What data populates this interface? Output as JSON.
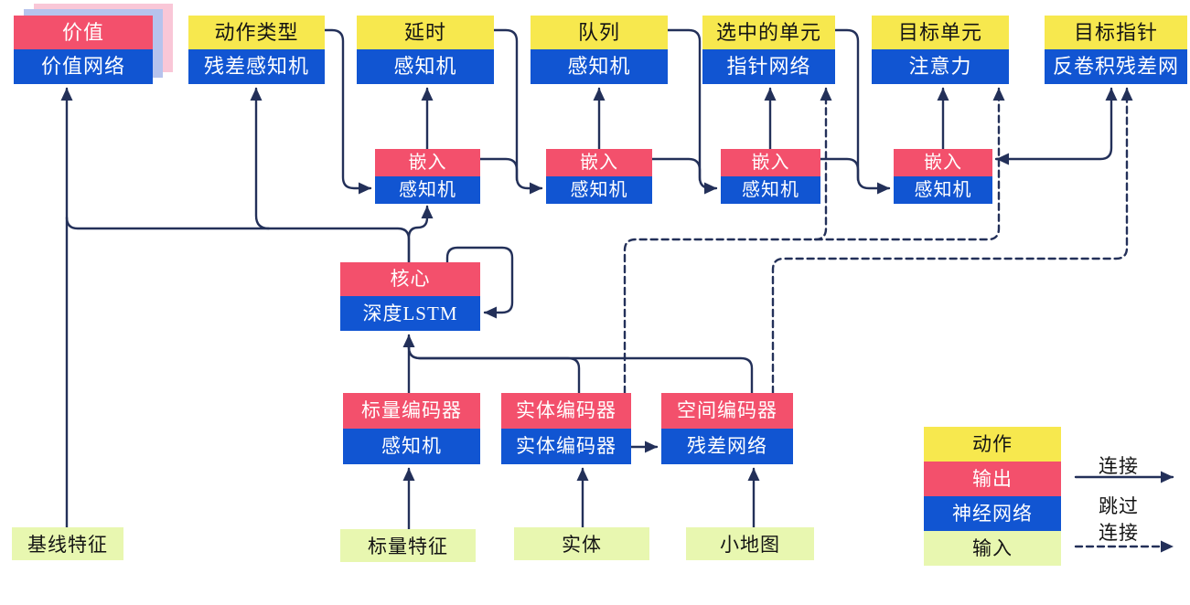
{
  "palette": {
    "action_yellow": "#f7e84e",
    "output_red": "#f3506c",
    "network_blue": "#1155d2",
    "input_green": "#e8f7b0",
    "wire_navy": "#233059",
    "value_sheet_pink": "#f9c7d7",
    "value_sheet_blue": "#b6c3ed"
  },
  "nodes": {
    "value": {
      "header": "价值",
      "body": "价值网络"
    },
    "action_type": {
      "header": "动作类型",
      "body": "残差感知机"
    },
    "delay": {
      "header": "延时",
      "body": "感知机"
    },
    "queue": {
      "header": "队列",
      "body": "感知机"
    },
    "selected_units": {
      "header": "选中的单元",
      "body": "指针网络"
    },
    "target_unit": {
      "header": "目标单元",
      "body": "注意力"
    },
    "target_point": {
      "header": "目标指针",
      "body": "反卷积残差网"
    },
    "embed1": {
      "header": "嵌入",
      "body": "感知机"
    },
    "embed2": {
      "header": "嵌入",
      "body": "感知机"
    },
    "embed3": {
      "header": "嵌入",
      "body": "感知机"
    },
    "embed4": {
      "header": "嵌入",
      "body": "感知机"
    },
    "core": {
      "header": "核心",
      "body": "深度LSTM"
    },
    "scalar_encoder": {
      "header": "标量编码器",
      "body": "感知机"
    },
    "entity_encoder": {
      "header": "实体编码器",
      "body": "实体编码器"
    },
    "spatial_encoder": {
      "header": "空间编码器",
      "body": "残差网络"
    }
  },
  "inputs": {
    "baseline_features": {
      "label": "基线特征"
    },
    "scalar_features": {
      "label": "标量特征"
    },
    "entities": {
      "label": "实体"
    },
    "minimap": {
      "label": "小地图"
    }
  },
  "legend": {
    "action": "动作",
    "output": "输出",
    "network": "神经网络",
    "input": "输入",
    "connection_label": "连接",
    "skip_label_line1": "跳过",
    "skip_label_line2": "连接"
  }
}
